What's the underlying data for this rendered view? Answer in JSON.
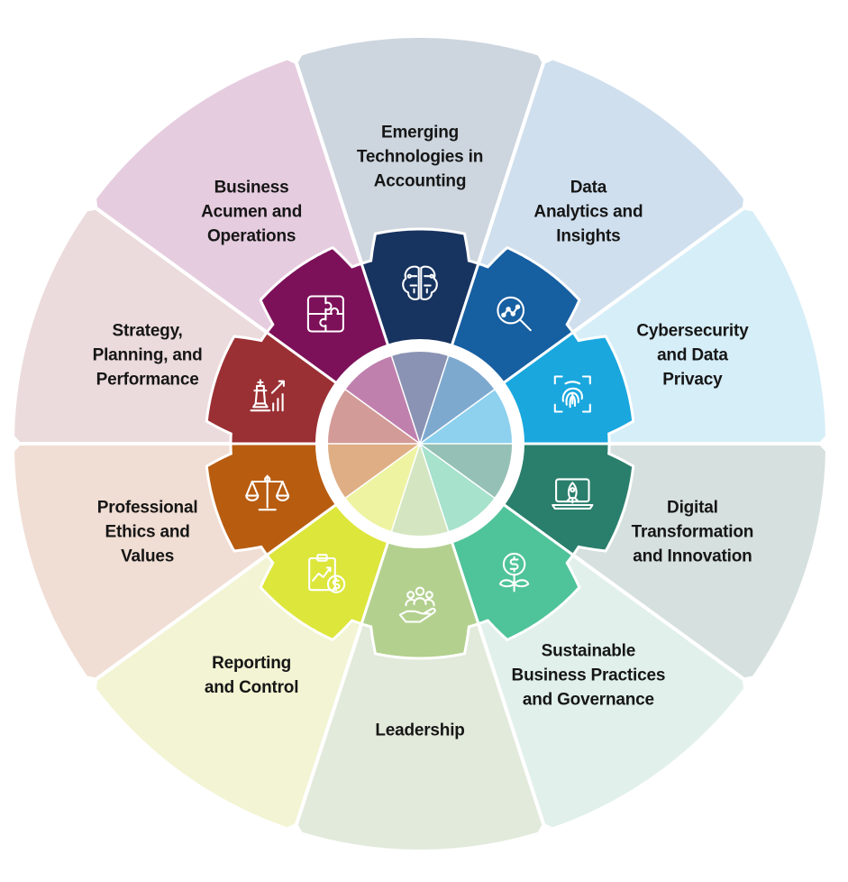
{
  "segments": [
    {
      "key": "emerging-tech",
      "lines": [
        "Emerging",
        "Technologies in",
        "Accounting"
      ],
      "outer_color": "#cdd6df",
      "inner_color": "#17335f",
      "hub_color": "#8a93b3",
      "icon": "brain-circuit-icon"
    },
    {
      "key": "data-analytics",
      "lines": [
        "Data",
        "Analytics and",
        "Insights"
      ],
      "outer_color": "#cfdfee",
      "inner_color": "#165fa1",
      "hub_color": "#7ea9cf",
      "icon": "magnifier-chart-icon"
    },
    {
      "key": "cybersecurity",
      "lines": [
        "Cybersecurity",
        "and Data",
        "Privacy"
      ],
      "outer_color": "#d6eef8",
      "inner_color": "#19a7de",
      "hub_color": "#8dd1ee",
      "icon": "fingerprint-scan-icon"
    },
    {
      "key": "digital-transformation",
      "lines": [
        "Digital",
        "Transformation",
        "and Innovation"
      ],
      "outer_color": "#d6e0de",
      "inner_color": "#2a7f6c",
      "hub_color": "#95c0b5",
      "icon": "rocket-laptop-icon"
    },
    {
      "key": "sustainable",
      "lines": [
        "Sustainable",
        "Business Practices",
        "and Governance"
      ],
      "outer_color": "#e1f0eb",
      "inner_color": "#4fc39a",
      "hub_color": "#a6e2cc",
      "icon": "dollar-plant-icon"
    },
    {
      "key": "leadership",
      "lines": [
        "Leadership"
      ],
      "outer_color": "#e2eadb",
      "inner_color": "#b3d08f",
      "hub_color": "#d3e6c1",
      "icon": "team-hand-icon"
    },
    {
      "key": "reporting",
      "lines": [
        "Reporting",
        "and Control"
      ],
      "outer_color": "#f2f4d3",
      "inner_color": "#dde63a",
      "hub_color": "#eef3a2",
      "icon": "clipboard-chart-icon"
    },
    {
      "key": "ethics",
      "lines": [
        "Professional",
        "Ethics and",
        "Values"
      ],
      "outer_color": "#f0ddd3",
      "inner_color": "#b85c10",
      "hub_color": "#dfae85",
      "icon": "balance-scale-icon"
    },
    {
      "key": "strategy",
      "lines": [
        "Strategy,",
        "Planning, and",
        "Performance"
      ],
      "outer_color": "#ecdbdc",
      "inner_color": "#9a3034",
      "hub_color": "#d39b98",
      "icon": "chess-chart-icon"
    },
    {
      "key": "business-acumen",
      "lines": [
        "Business",
        "Acumen and",
        "Operations"
      ],
      "outer_color": "#e6ccdf",
      "inner_color": "#7c1059",
      "hub_color": "#c080ae",
      "icon": "puzzle-icon"
    }
  ]
}
